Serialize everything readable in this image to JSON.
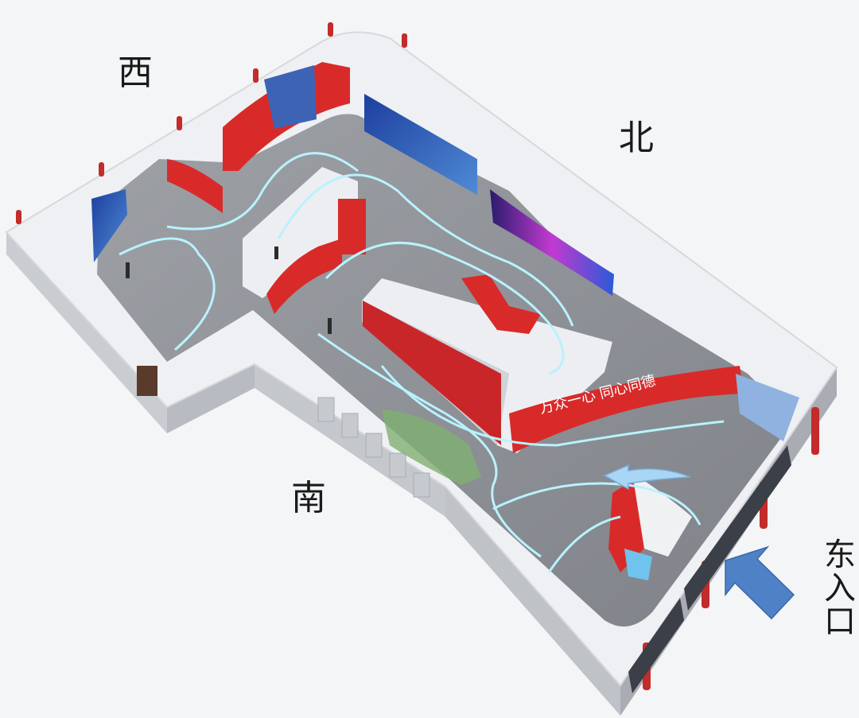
{
  "directions": {
    "west": "西",
    "north": "北",
    "south": "南",
    "east_entrance": "东入口"
  },
  "banner": {
    "text": "万众一心 同心同德"
  },
  "colors": {
    "wall": "#d92a2a",
    "floor": "#8d9095",
    "roof": "#eceef1",
    "path_glow": "#b9f2ff",
    "entrance_arrow": "#4f81c7"
  },
  "icons": [
    "entrance-arrow-icon",
    "flow-arrow-icon"
  ]
}
